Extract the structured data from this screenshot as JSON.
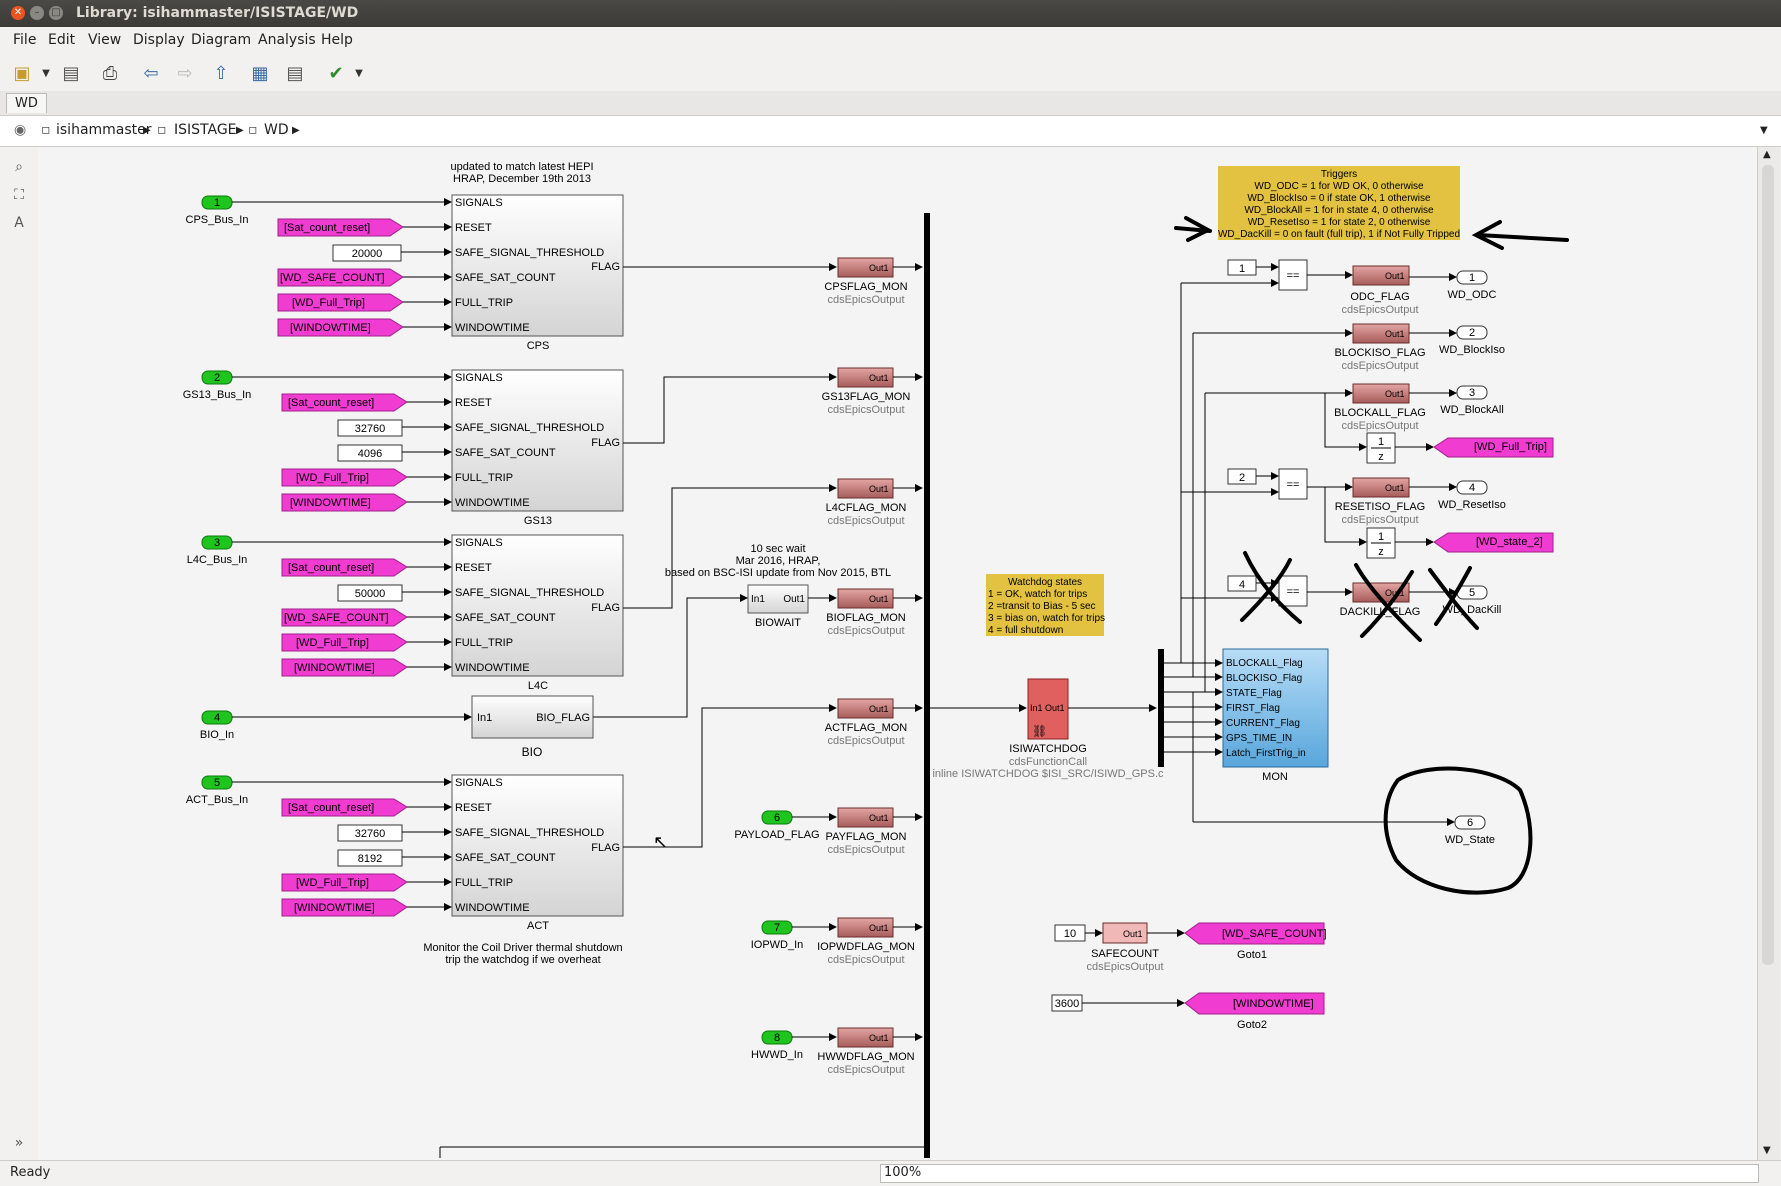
{
  "window": {
    "title": "Library: isihammaster/ISISTAGE/WD"
  },
  "menu": [
    "File",
    "Edit",
    "View",
    "Display",
    "Diagram",
    "Analysis",
    "Help"
  ],
  "tab": "WD",
  "breadcrumb": [
    "isihammaster",
    "ISISTAGE",
    "WD"
  ],
  "status": {
    "left": "Ready",
    "zoom": "100%"
  },
  "notes": {
    "updated": [
      "updated to match latest HEPI",
      "HRAP, December 19th 2013"
    ],
    "wait": [
      "10 sec wait",
      "Mar 2016, HRAP,",
      "based on BSC-ISI update from Nov 2015, BTL"
    ],
    "coil": [
      "Monitor the Coil Driver thermal shutdown",
      "trip the watchdog if we overheat"
    ],
    "triggers": [
      "Triggers",
      "WD_ODC = 1 for WD OK, 0 otherwise",
      "WD_BlockIso = 0 if state OK, 1 otherwise",
      "WD_BlockAll = 1 for in state 4, 0 otherwise",
      "WD_ResetIso = 1 for state 2, 0 otherwise",
      "WD_DacKill = 0 on fault (full trip), 1 if Not Fully Tripped"
    ],
    "states": [
      "Watchdog states",
      "1 = OK, watch for trips",
      "2 =transit to Bias - 5 sec",
      "3 = bias on, watch for trips",
      "4 = full shutdown"
    ]
  },
  "labels": {
    "signals": "SIGNALS",
    "reset": "RESET",
    "sst": "SAFE_SIGNAL_THRESHOLD",
    "ssc": "SAFE_SAT_COUNT",
    "ft": "FULL_TRIP",
    "wt": "WINDOWTIME",
    "flag": "FLAG",
    "out1": "Out1",
    "in1": "In1",
    "cdsout": "cdsEpicsOutput",
    "satreset": "[Sat_count_reset]",
    "wdsafe": "[WD_SAFE_COUNT]",
    "wdfull": "[WD_Full_Trip]",
    "window": "[WINDOWTIME]",
    "eq": "==",
    "unitdelay_top": "1",
    "unitdelay_bot": "z",
    "bioflag": "BIO_FLAG"
  },
  "inports": [
    {
      "num": "1",
      "name": "CPS_Bus_In"
    },
    {
      "num": "2",
      "name": "GS13_Bus_In"
    },
    {
      "num": "3",
      "name": "L4C_Bus_In"
    },
    {
      "num": "4",
      "name": "BIO_In"
    },
    {
      "num": "5",
      "name": "ACT_Bus_In"
    },
    {
      "num": "6",
      "name": "PAYLOAD_FLAG"
    },
    {
      "num": "7",
      "name": "IOPWD_In"
    },
    {
      "num": "8",
      "name": "HWWD_In"
    }
  ],
  "subsystems": [
    {
      "name": "CPS",
      "threshold": "20000",
      "satcount": "[WD_SAFE_COUNT]"
    },
    {
      "name": "GS13",
      "threshold": "32760",
      "satcount": "4096"
    },
    {
      "name": "L4C",
      "threshold": "50000",
      "satcount": "[WD_SAFE_COUNT]"
    },
    {
      "name": "ACT",
      "threshold": "32760",
      "satcount": "8192"
    }
  ],
  "bio": "BIO",
  "biowait": "BIOWAIT",
  "monitors": [
    "CPSFLAG_MON",
    "GS13FLAG_MON",
    "L4CFLAG_MON",
    "BIOFLAG_MON",
    "ACTFLAG_MON",
    "PAYFLAG_MON",
    "IOPWDFLAG_MON",
    "HWWDFLAG_MON"
  ],
  "watchdog": {
    "name": "ISIWATCHDOG",
    "type": "cdsFunctionCall",
    "inline": "inline ISIWATCHDOG $ISI_SRC/ISIWD_GPS.c",
    "port": "In1 Out1"
  },
  "mon": {
    "name": "MON",
    "ports": [
      "BLOCKALL_Flag",
      "BLOCKISO_Flag",
      "STATE_Flag",
      "FIRST_Flag",
      "CURRENT_Flag",
      "GPS_TIME_IN",
      "Latch_FirstTrig_in"
    ]
  },
  "flags": [
    {
      "name": "ODC_FLAG",
      "out": "1",
      "outname": "WD_ODC"
    },
    {
      "name": "BLOCKISO_FLAG",
      "out": "2",
      "outname": "WD_BlockIso"
    },
    {
      "name": "BLOCKALL_FLAG",
      "out": "3",
      "outname": "WD_BlockAll"
    },
    {
      "name": "RESETISO_FLAG",
      "out": "4",
      "outname": "WD_ResetIso"
    },
    {
      "name": "DACKILL_FLAG",
      "out": "5",
      "outname": "WD_DacKill"
    }
  ],
  "consts": {
    "c1": "1",
    "c2": "2",
    "c4": "4",
    "c10": "10",
    "c3600": "3600"
  },
  "state_out": {
    "num": "6",
    "name": "WD_State"
  },
  "gotos": {
    "fulltrip": "[WD_Full_Trip]",
    "state2": "[WD_state_2]",
    "safe": "[WD_SAFE_COUNT]",
    "window": "[WINDOWTIME]",
    "goto1": "Goto1",
    "goto2": "Goto2"
  },
  "safecount": "SAFECOUNT",
  "colors": {
    "inport": "#1fc41f",
    "goto": "#f03cd0",
    "epics": "#c07a78",
    "mon": "#78b8e8",
    "note": "#e2c240",
    "watchdog": "#e06060"
  }
}
